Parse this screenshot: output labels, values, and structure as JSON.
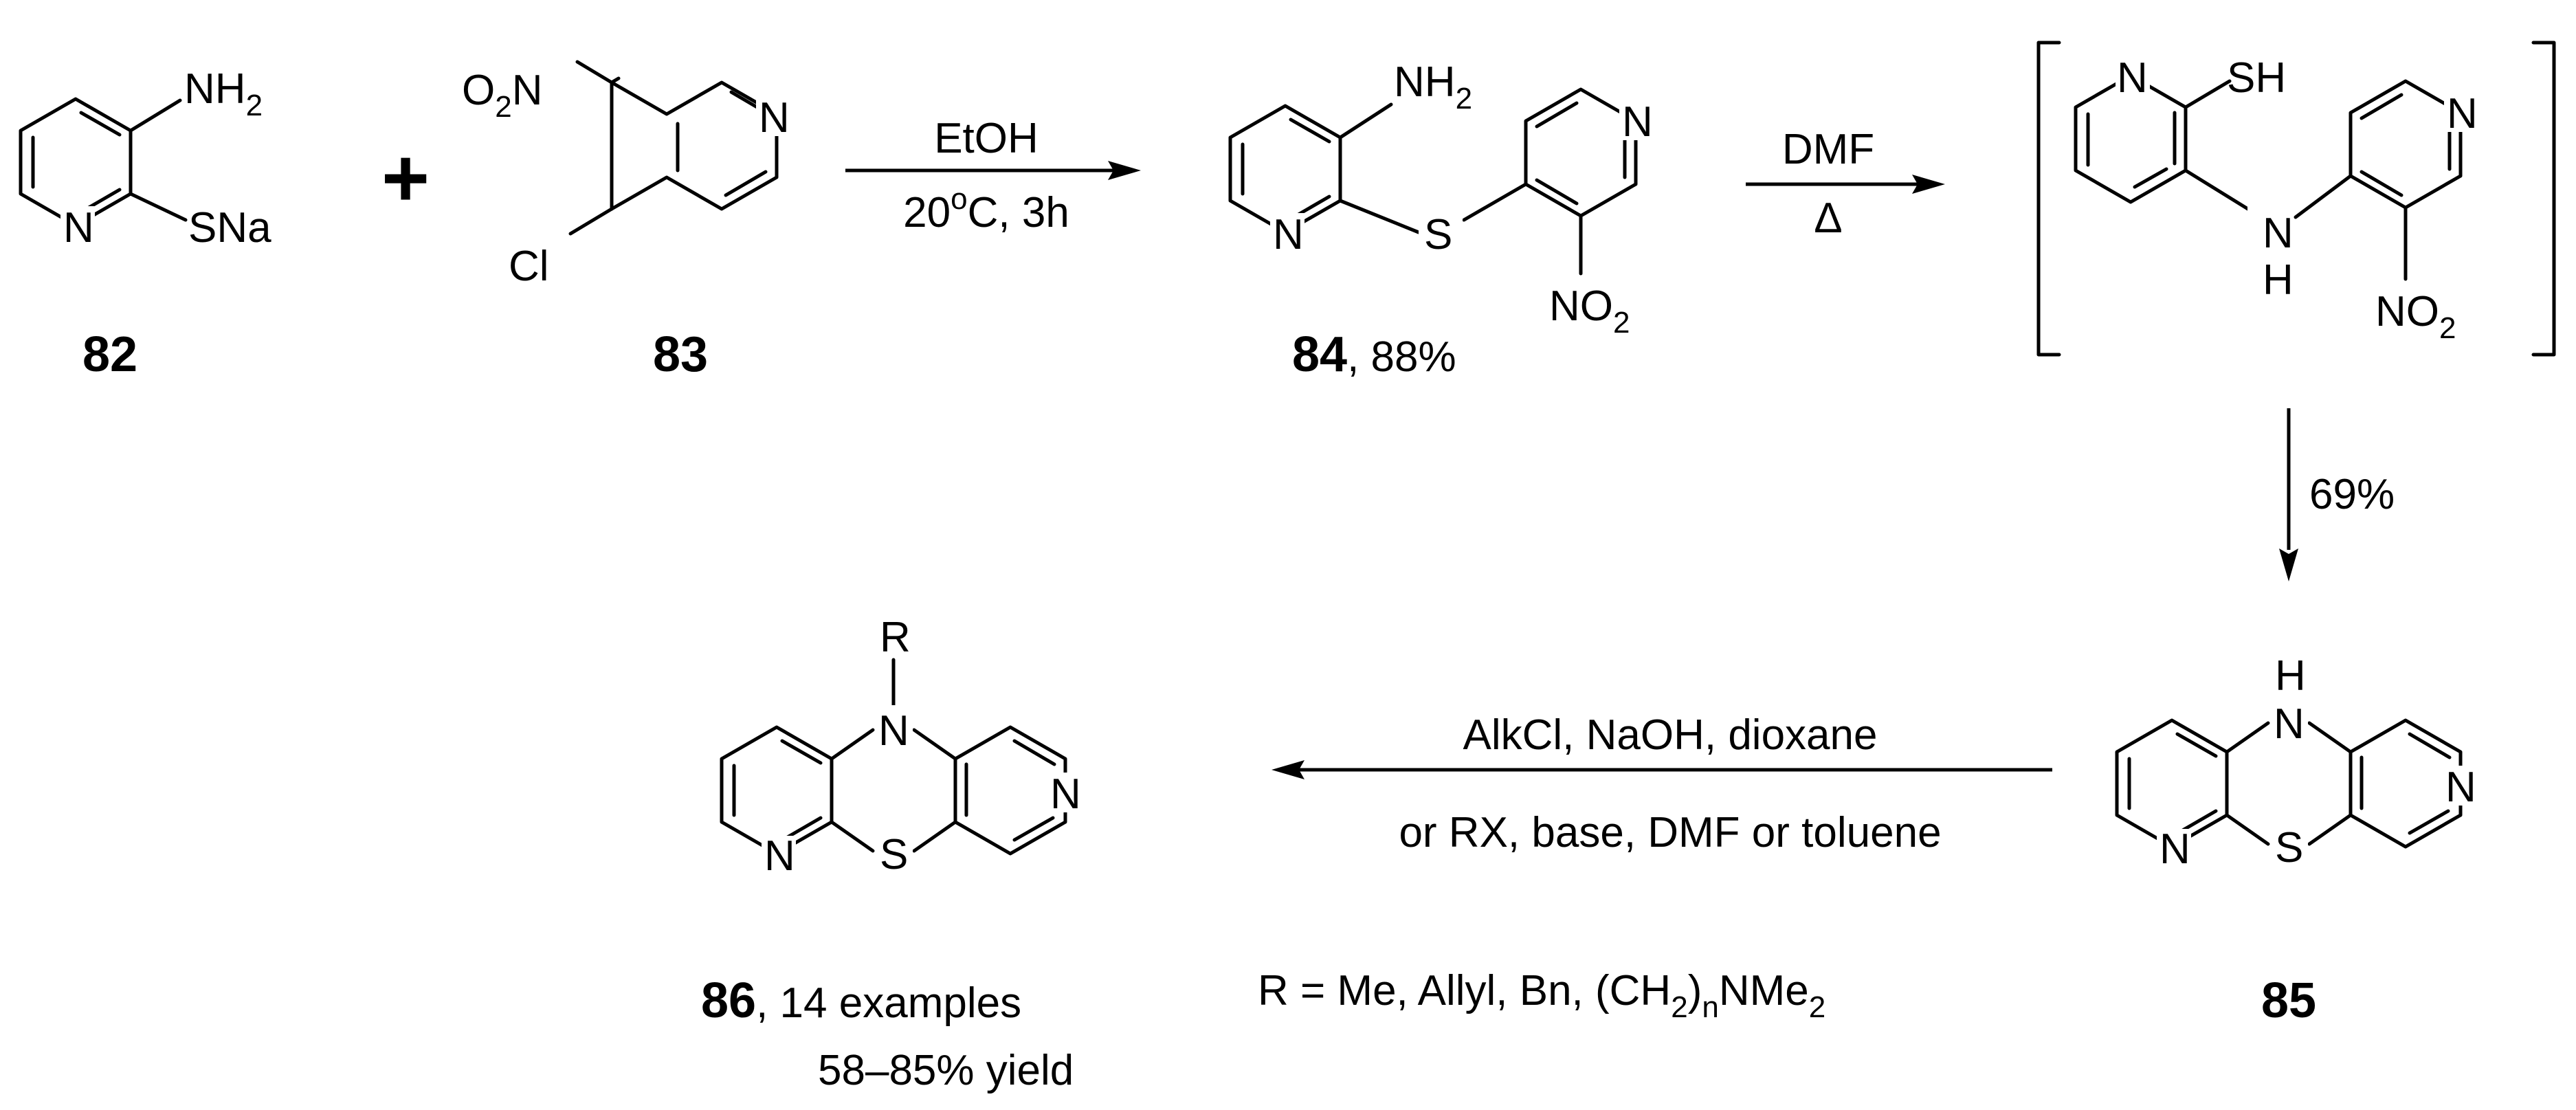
{
  "compounds": {
    "c82": {
      "label": "82",
      "nh2": "NH",
      "nh2_sub": "2",
      "sna": "SNa",
      "n": "N"
    },
    "c83": {
      "label": "83",
      "no2_pre": "O",
      "no2_sub": "2",
      "no2_post": "N",
      "cl": "Cl",
      "n": "N"
    },
    "c84": {
      "label": "84",
      "yield": ", 88%",
      "nh2": "NH",
      "nh2_sub": "2",
      "s": "S",
      "n1": "N",
      "n2": "N",
      "no2": "NO",
      "no2_sub": "2"
    },
    "intermediate": {
      "sh": "SH",
      "n1": "N",
      "n2": "N",
      "nh_n": "N",
      "nh_h": "H",
      "no2": "NO",
      "no2_sub": "2"
    },
    "c85": {
      "label": "85",
      "h": "H",
      "n_top": "N",
      "s": "S",
      "n1": "N",
      "n2": "N"
    },
    "c86": {
      "label": "86",
      "examples": ", 14 examples",
      "yield": "58–85% yield",
      "r": "R",
      "n_top": "N",
      "s": "S",
      "n1": "N",
      "n2": "N"
    }
  },
  "plus": "+",
  "steps": {
    "step1": {
      "above": "EtOH",
      "below_pre": "20",
      "below_sup": "o",
      "below_post": "C, 3h"
    },
    "step2": {
      "above": "DMF",
      "below": "Δ"
    },
    "step3": {
      "label": "69%"
    },
    "step4": {
      "line1": "AlkCl, NaOH, dioxane",
      "line2": "or RX, base, DMF or toluene"
    }
  },
  "r_definition": {
    "pre": "R = Me, Allyl, Bn, (CH",
    "sub1": "2",
    "mid": ")",
    "sub2": "n",
    "post": "NMe",
    "sub3": "2"
  }
}
